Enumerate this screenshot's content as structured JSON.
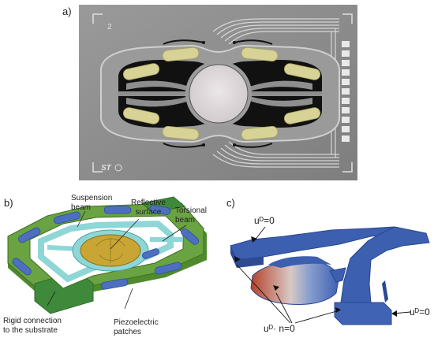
{
  "panels": {
    "a": {
      "label": "a)"
    },
    "b": {
      "label": "b)",
      "callouts": {
        "suspension": [
          "Suspension",
          "beam"
        ],
        "reflective": [
          "Reflective",
          "surface"
        ],
        "torsional": [
          "Torsional",
          "beam"
        ],
        "rigid": [
          "Rigid connection",
          "to the substrate"
        ],
        "piezo": [
          "Piezoelectric",
          "patches"
        ]
      }
    },
    "c": {
      "label": "c)",
      "boundary_conditions": {
        "top": "uᴰ=0",
        "right": "uᴰ=0",
        "bottom": "uᴰ· n=0"
      }
    }
  },
  "colors": {
    "chip_bg": "#8c8c8c",
    "chip_trace": "#d8d8d8",
    "chip_pad": "#d9d49a",
    "chip_cavity": "#111111",
    "model_green": "#6aa342",
    "model_cyan": "#8fd6d6",
    "model_pad": "#4e6fbf",
    "model_mirror": "#c8a535",
    "fem_blue": "#3c5fb0",
    "fem_red": "#b5422c"
  }
}
